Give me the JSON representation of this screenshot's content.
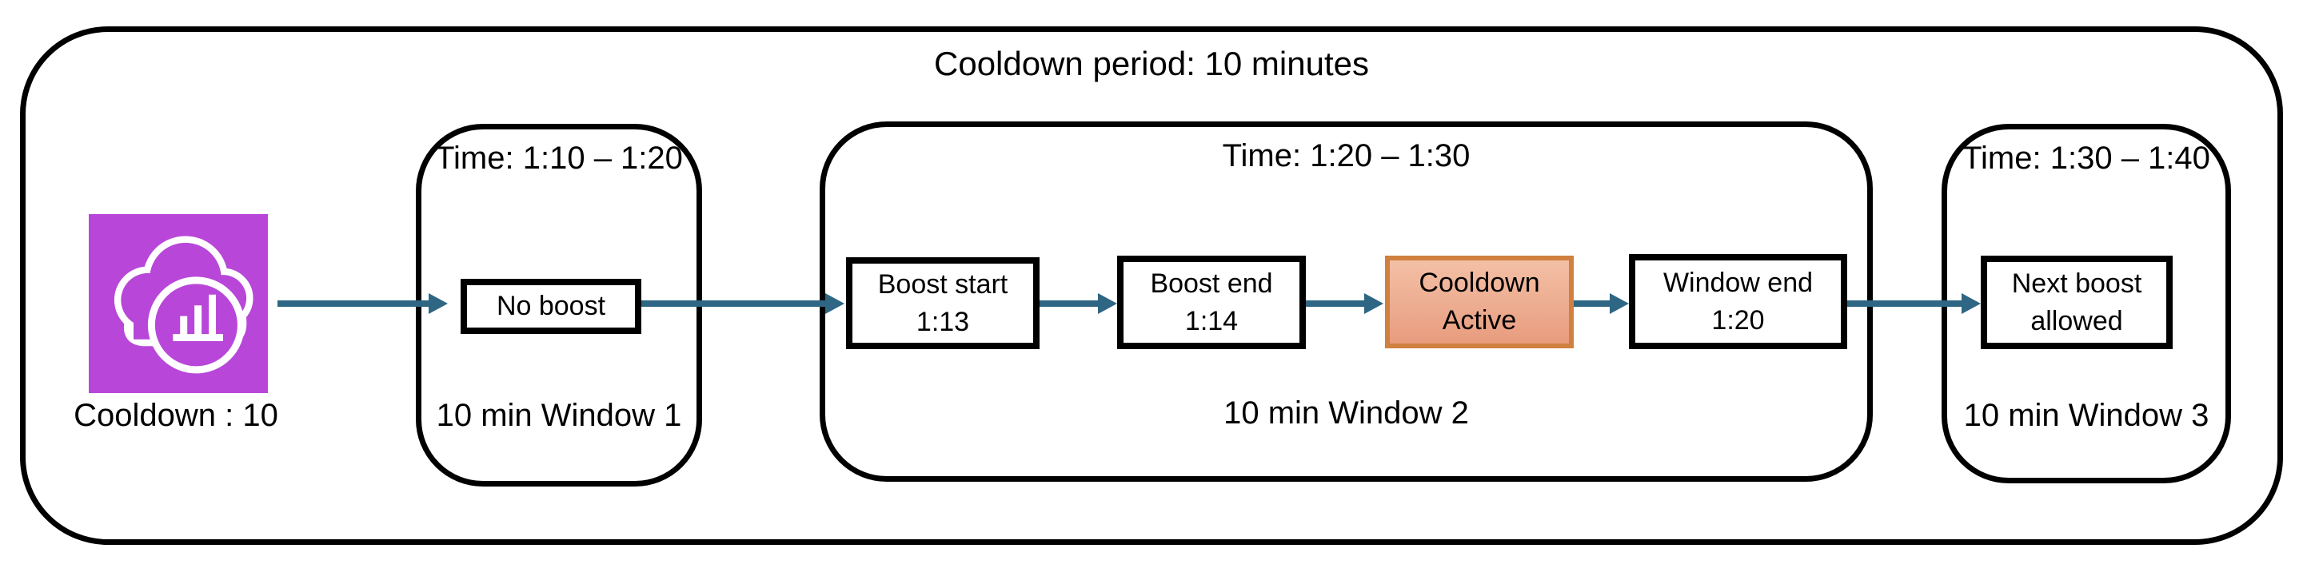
{
  "title": "Cooldown period: 10 minutes",
  "source": {
    "label": "Cooldown : 10",
    "icon": "cloudwatch-metrics-icon"
  },
  "windows": [
    {
      "time": "Time: 1:10 – 1:20",
      "label": "10 min Window 1"
    },
    {
      "time": "Time: 1:20 – 1:30",
      "label": "10 min Window 2"
    },
    {
      "time": "Time: 1:30 – 1:40",
      "label": "10 min Window 3"
    }
  ],
  "steps": {
    "no_boost": {
      "line1": "No boost"
    },
    "boost_start": {
      "line1": "Boost start",
      "line2": "1:13"
    },
    "boost_end": {
      "line1": "Boost end",
      "line2": "1:14"
    },
    "cooldown_active": {
      "line1": "Cooldown",
      "line2": "Active"
    },
    "window_end": {
      "line1": "Window end",
      "line2": "1:20"
    },
    "next_boost": {
      "line1": "Next boost",
      "line2": "allowed"
    }
  },
  "colors": {
    "arrow": "#2e6684",
    "icon-bg": "#b847d9",
    "highlight-border": "#d0803f",
    "highlight-top": "#f3c0a6",
    "highlight-bottom": "#e89c7e",
    "outline": "#000000"
  }
}
